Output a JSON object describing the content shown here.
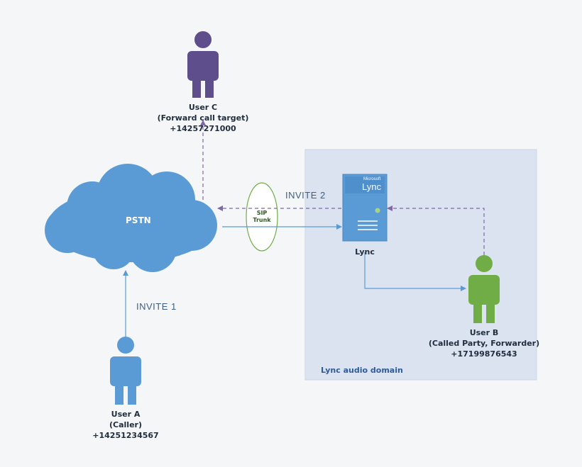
{
  "cloud": {
    "label": "PSTN"
  },
  "trunk": {
    "line1": "SIP",
    "line2": "Trunk"
  },
  "messages": {
    "invite1": "INVITE 1",
    "invite2": "INVITE 2"
  },
  "server": {
    "brand": "Microsoft",
    "product": "Lync",
    "label": "Lync"
  },
  "domain": {
    "label": "Lync audio domain"
  },
  "users": {
    "a": {
      "name": "User A",
      "role": "(Caller)",
      "phone": "+14251234567"
    },
    "b": {
      "name": "User B",
      "role": "(Called Party, Forwarder)",
      "phone": "+17199876543"
    },
    "c": {
      "name": "User C",
      "role": "(Forward call target)",
      "phone": "+14257271000"
    }
  },
  "colors": {
    "cloud": "#5b9bd5",
    "domain_bg": "#dbe2f0",
    "user_a": "#5b9bd5",
    "user_b": "#70ad47",
    "user_c": "#5e4e8c",
    "arrow_solid": "#5b9bd5",
    "arrow_dashed": "#7e6aa6",
    "trunk_stroke": "#70ad47"
  }
}
